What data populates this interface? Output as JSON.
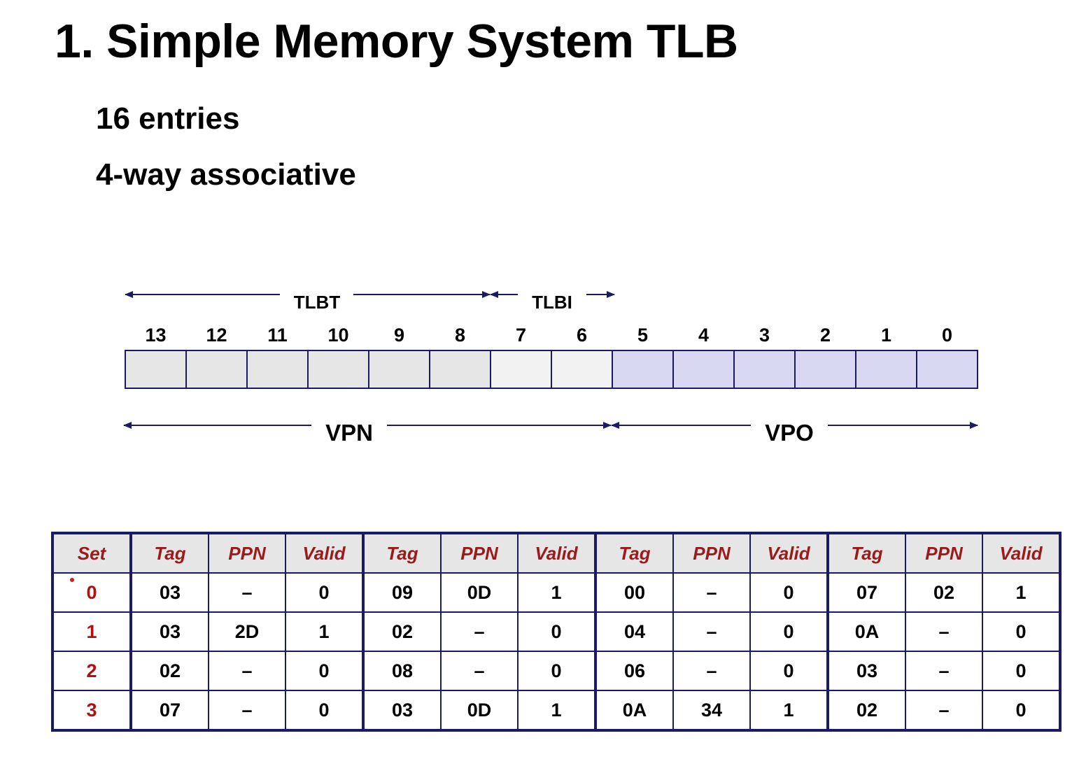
{
  "title": "1. Simple Memory System TLB",
  "bullets": [
    "16 entries",
    "4-way associative"
  ],
  "address": {
    "bits": [
      "13",
      "12",
      "11",
      "10",
      "9",
      "8",
      "7",
      "6",
      "5",
      "4",
      "3",
      "2",
      "1",
      "0"
    ],
    "top_labels": {
      "tlbt": "TLBT",
      "tlbi": "TLBI"
    },
    "bottom_labels": {
      "vpn": "VPN",
      "vpo": "VPO"
    },
    "colors": {
      "tlbt": "#e6e6e6",
      "tlbi": "#f2f2f2",
      "vpo": "#d8d8f2",
      "line": "#1a1a66"
    }
  },
  "table": {
    "headers": [
      "Set",
      "Tag",
      "PPN",
      "Valid",
      "Tag",
      "PPN",
      "Valid",
      "Tag",
      "PPN",
      "Valid",
      "Tag",
      "PPN",
      "Valid"
    ],
    "rows": [
      [
        "0",
        "03",
        "–",
        "0",
        "09",
        "0D",
        "1",
        "00",
        "–",
        "0",
        "07",
        "02",
        "1"
      ],
      [
        "1",
        "03",
        "2D",
        "1",
        "02",
        "–",
        "0",
        "04",
        "–",
        "0",
        "0A",
        "–",
        "0"
      ],
      [
        "2",
        "02",
        "–",
        "0",
        "08",
        "–",
        "0",
        "06",
        "–",
        "0",
        "03",
        "–",
        "0"
      ],
      [
        "3",
        "07",
        "–",
        "0",
        "03",
        "0D",
        "1",
        "0A",
        "34",
        "1",
        "02",
        "–",
        "0"
      ]
    ]
  }
}
